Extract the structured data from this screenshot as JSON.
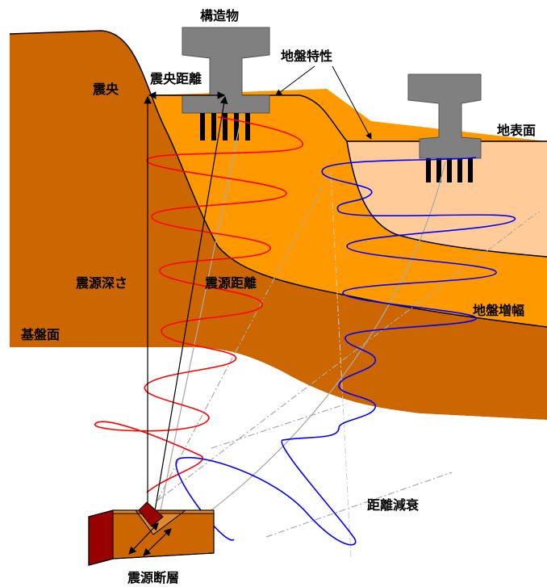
{
  "labels": {
    "structure": "構造物",
    "ground_characteristics": "地盤特性",
    "epicenter": "震央",
    "epicentral_distance": "震央距離",
    "ground_surface": "地表面",
    "focal_depth": "震源深さ",
    "hypocentral_distance": "震源距離",
    "ground_amplification": "地盤増幅",
    "bedrock_surface": "基盤面",
    "distance_attenuation": "距離減衰",
    "source_fault": "震源断層"
  },
  "colors": {
    "bedrock_fill": "#cc6600",
    "middle_layer_fill": "#ff9900",
    "surface_layer_fill": "#ffcc99",
    "structure_fill": "#808080",
    "red_wave": "#ff0000",
    "blue_wave": "#0000ff",
    "fault_face": "#990000"
  },
  "icons": {
    "structure_left": "structure-icon",
    "structure_right": "structure-icon",
    "fault_block": "fault-block-icon"
  }
}
